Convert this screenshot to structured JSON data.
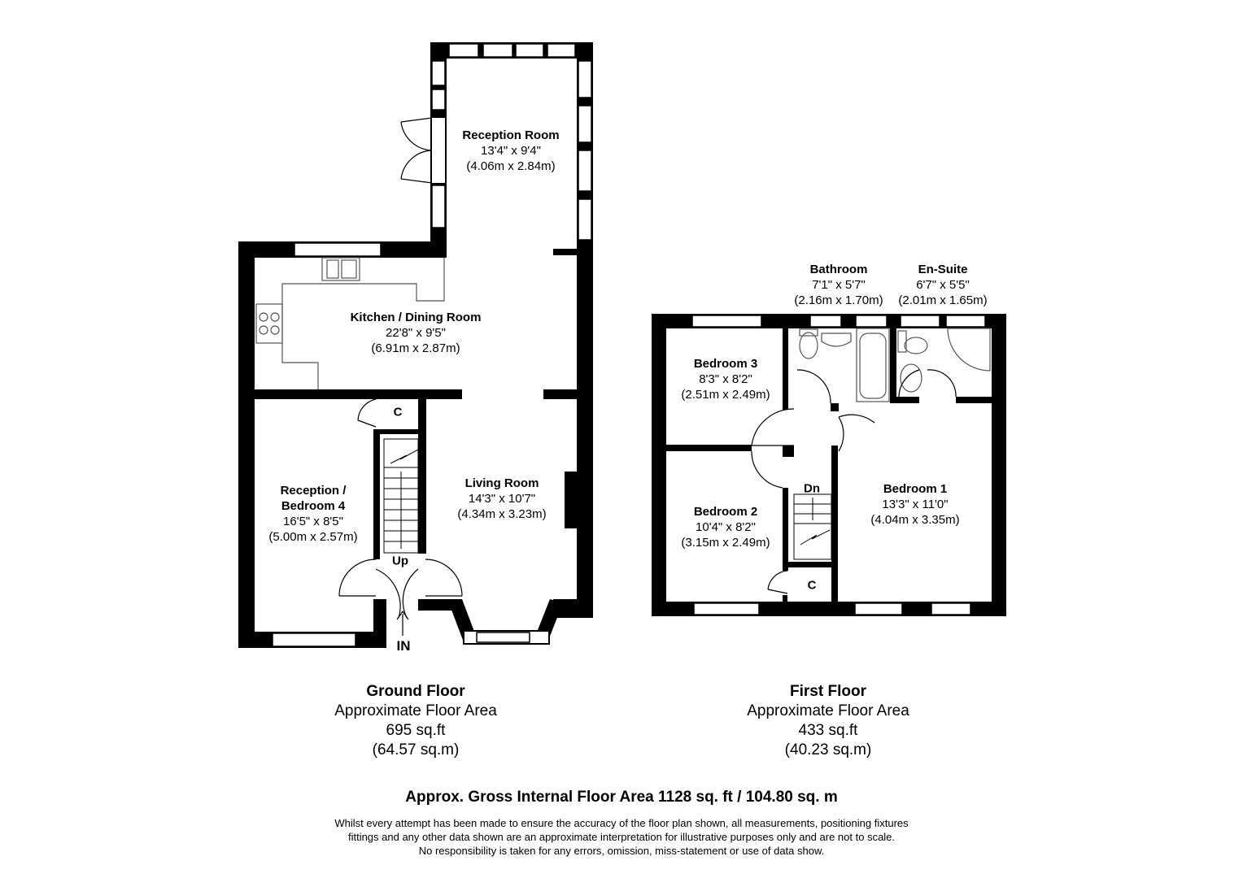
{
  "ground_floor": {
    "rooms": {
      "reception_room": {
        "name": "Reception Room",
        "imperial": "13'4\" x 9'4\"",
        "metric": "(4.06m x 2.84m)"
      },
      "kitchen_dining": {
        "name": "Kitchen / Dining Room",
        "imperial": "22'8\" x 9'5\"",
        "metric": "(6.91m x 2.87m)"
      },
      "reception_bedroom4": {
        "name_line1": "Reception /",
        "name_line2": "Bedroom 4",
        "imperial": "16'5\" x 8'5\"",
        "metric": "(5.00m x 2.57m)"
      },
      "living_room": {
        "name": "Living Room",
        "imperial": "14'3\" x 10'7\"",
        "metric": "(4.34m x 3.23m)"
      }
    },
    "cupboard_label": "C",
    "stairs_label": "Up",
    "entrance_label": "IN",
    "summary": {
      "title": "Ground Floor",
      "line1": "Approximate Floor Area",
      "line2": "695 sq.ft",
      "line3": "(64.57 sq.m)"
    }
  },
  "first_floor": {
    "rooms": {
      "bathroom": {
        "name": "Bathroom",
        "imperial": "7'1\" x 5'7\"",
        "metric": "(2.16m x 1.70m)"
      },
      "en_suite": {
        "name": "En-Suite",
        "imperial": "6'7\" x 5'5\"",
        "metric": "(2.01m x 1.65m)"
      },
      "bedroom3": {
        "name": "Bedroom 3",
        "imperial": "8'3\" x 8'2\"",
        "metric": "(2.51m x 2.49m)"
      },
      "bedroom2": {
        "name": "Bedroom 2",
        "imperial": "10'4\" x 8'2\"",
        "metric": "(3.15m x 2.49m)"
      },
      "bedroom1": {
        "name": "Bedroom 1",
        "imperial": "13'3\" x 11'0\"",
        "metric": "(4.04m x 3.35m)"
      }
    },
    "cupboard_label": "C",
    "stairs_label": "Dn",
    "summary": {
      "title": "First Floor",
      "line1": "Approximate Floor Area",
      "line2": "433 sq.ft",
      "line3": "(40.23 sq.m)"
    }
  },
  "gross_area": "Approx. Gross Internal Floor Area 1128 sq. ft / 104.80 sq. m",
  "disclaimer": {
    "line1": "Whilst every attempt has been made to ensure the accuracy of the floor plan shown, all measurements, positioning fixtures",
    "line2": "fittings and any other data shown are an approximate interpretation for illustrative purposes only and are not to scale.",
    "line3": "No responsibility is taken for any errors, omission, miss-statement or use of data show."
  },
  "colors": {
    "wall": "#000000",
    "background": "#ffffff",
    "fixture_line": "#555555"
  }
}
